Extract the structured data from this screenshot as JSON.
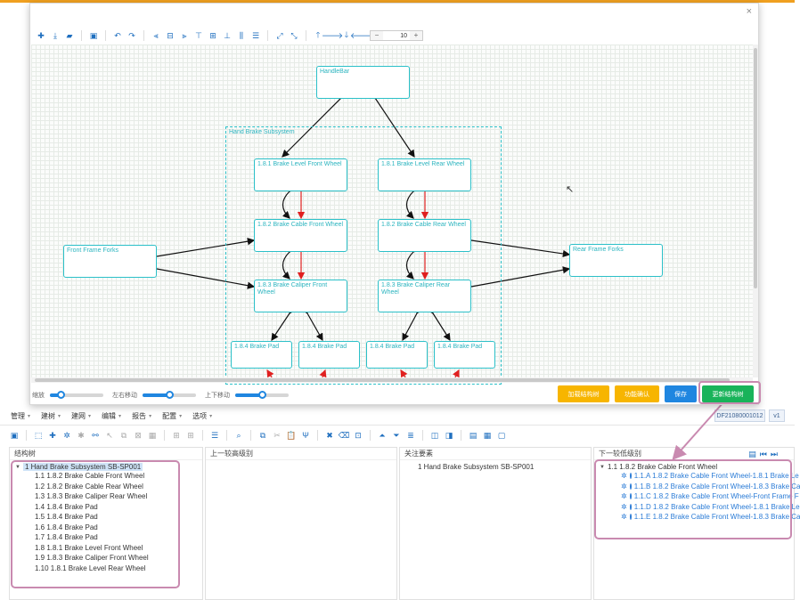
{
  "modal": {
    "close": "×",
    "zoom_value": "10",
    "minus": "−",
    "plus": "+",
    "nodes": {
      "handlebar": "HandleBar",
      "group": "Hand Brake Subsystem",
      "level_front": "1.8.1 Brake Level Front Wheel",
      "level_rear": "1.8.1 Brake Level Rear Wheel",
      "cable_front": "1.8.2 Brake Cable Front Wheel",
      "cable_rear": "1.8.2 Brake Cable Rear Wheel",
      "caliper_front": "1.8.3 Brake Caliper Front Wheel",
      "caliper_rear": "1.8.3 Brake Caliper Rear Wheel",
      "front_forks": "Front Frame Forks",
      "rear_forks": "Rear Frame Forks",
      "pad": "1.8.4 Brake Pad"
    },
    "sliders": {
      "zoom_label": "缩放",
      "zoom_value": 0.2,
      "lr_label": "左右移动",
      "lr_value": 0.5,
      "ud_label": "上下移动",
      "ud_value": 0.5
    },
    "buttons": {
      "load": "加载结构树",
      "confirm": "功能确认",
      "save": "保存",
      "update": "更新结构树"
    },
    "colors": {
      "load": "#f7b500",
      "confirm": "#f7b500",
      "save": "#1f86e0",
      "update": "#19b35a",
      "node": "#2bc0c8",
      "red_arrow": "#e02020"
    }
  },
  "menu": [
    {
      "label": "管理"
    },
    {
      "label": "建树"
    },
    {
      "label": "建网"
    },
    {
      "label": "编辑"
    },
    {
      "label": "报告"
    },
    {
      "label": "配置"
    },
    {
      "label": "选项"
    }
  ],
  "doc_id": "DF21080001012",
  "version": "v1",
  "panels": {
    "structure_tree": {
      "title": "结构树",
      "root": "1 Hand Brake Subsystem SB-SP001",
      "items": [
        "1.1 1.8.2 Brake Cable Front Wheel",
        "1.2 1.8.2 Brake Cable Rear Wheel",
        "1.3 1.8.3 Brake Caliper Rear Wheel",
        "1.4 1.8.4 Brake Pad",
        "1.5 1.8.4 Brake Pad",
        "1.6 1.8.4 Brake Pad",
        "1.7 1.8.4 Brake Pad",
        "1.8 1.8.1 Brake Level Front Wheel",
        "1.9 1.8.3 Brake Caliper Front Wheel",
        "1.10 1.8.1 Brake Level Rear Wheel"
      ]
    },
    "upper_level": {
      "title": "上一较高级别"
    },
    "focus": {
      "title": "关注要素",
      "item": "1 Hand Brake Subsystem SB-SP001"
    },
    "lower_level": {
      "title": "下一较低级别",
      "root": "1.1 1.8.2 Brake Cable Front Wheel",
      "items": [
        "1.1.A 1.8.2 Brake Cable Front Wheel-1.8.1 Brake Le",
        "1.1.B 1.8.2 Brake Cable Front Wheel-1.8.3 Brake Ca",
        "1.1.C 1.8.2 Brake Cable Front Wheel-Front Frame F",
        "1.1.D 1.8.2 Brake Cable Front Wheel-1.8.1 Brake Le",
        "1.1.E 1.8.2 Brake Cable Front Wheel-1.8.3 Brake Ca"
      ]
    }
  }
}
